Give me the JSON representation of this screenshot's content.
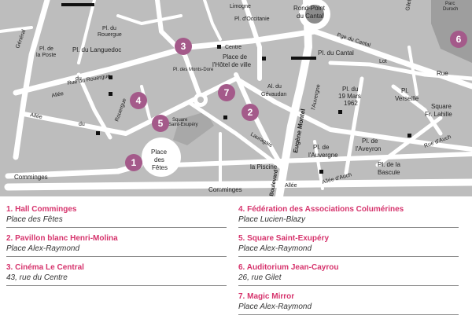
{
  "streets": {
    "centre": "Centre",
    "limogne": "Limogne",
    "pl_occitanie": "Pl. d'Occitanie",
    "rond_point_1": "Rond-Point",
    "rond_point_2": "du Cantal",
    "gilet": "Gilet",
    "lot": "Lot",
    "rue_right": "Rue",
    "pge_cantal": "Pge du Cantal",
    "pl_cantal": "Pl. du Cantal",
    "pl_rouergue_1": "Pl. du",
    "pl_rouergue_2": "Rouergue",
    "pl_languedoc": "Pl. du Languedoc",
    "poste_1": "Pl. de",
    "poste_2": "la Poste",
    "general": "Général",
    "place_hotel_1": "Place de",
    "place_hotel_2": "l'Hôtel de ville",
    "rue_du_rouergue": "Rue du Rouergue",
    "rouergue_v": "Rouergue",
    "allee_left": "Allée",
    "du_left": "du",
    "al_gevaudan_1": "Al. du",
    "al_gevaudan_2": "Gévaudan",
    "pl_19mars_1": "Pl. du",
    "pl_19mars_2": "19 Mars",
    "pl_19mars_3": "1962",
    "pl_verseille_1": "Pl.",
    "pl_verseille_2": "Verseille",
    "square_lahille_1": "Square",
    "square_lahille_2": "Fr. Lahille",
    "parc": "Parc",
    "parc2": "Duroch",
    "square_exupery_1": "Square",
    "square_exupery_2": "Saint-Exupéry",
    "place_fetes_1": "Place",
    "place_fetes_2": "des",
    "place_fetes_3": "Fêtes",
    "eugene_montel": "Eugène Montel",
    "boulevard": "Boulevard",
    "lauragais": "Lauragais",
    "pl_aveyron_1": "Pl. de",
    "pl_aveyron_2": "l'Aveyron",
    "pl_auvergne_1": "Pl. de",
    "pl_auvergne_2": "l'Auvergne",
    "pl_bascule_1": "Pl. de la",
    "pl_bascule_2": "Bascule",
    "la_piscine": "la Piscine",
    "comminges_1": "Comminges",
    "comminges_2": "Comminges",
    "allee_auch": "Allée d'Auch",
    "rue_auch": "Rue d'Auch",
    "allee_bottom": "Allée",
    "auvergne_v": "l'Auvergne",
    "allee_mid": "Allée",
    "du_mid": "du",
    "monts_dore": "Pl. des Monts-Dore"
  },
  "markers": [
    {
      "num": "1"
    },
    {
      "num": "2"
    },
    {
      "num": "3"
    },
    {
      "num": "4"
    },
    {
      "num": "5"
    },
    {
      "num": "6"
    },
    {
      "num": "7"
    }
  ],
  "legend": [
    {
      "name": "1. Hall Comminges",
      "address": "Place des Fêtes"
    },
    {
      "name": "2. Pavillon blanc Henri-Molina",
      "address": "Place Alex-Raymond"
    },
    {
      "name": "3. Cinéma Le Central",
      "address": "43, rue du Centre"
    },
    {
      "name": "4. Fédération des Associations Columérines",
      "address": "Place Lucien-Blazy"
    },
    {
      "name": "5. Square Saint-Exupéry",
      "address": "Place Alex-Raymond"
    },
    {
      "name": "6. Auditorium Jean-Cayrou",
      "address": "26, rue Gilet"
    },
    {
      "name": "7. Magic Mirror",
      "address": "Place Alex-Raymond"
    }
  ],
  "colors": {
    "map_bg": "#bdbdbd",
    "road": "#ffffff",
    "park": "#9e9e9e",
    "marker": "#a45a8a",
    "legend_title": "#d6336c"
  }
}
